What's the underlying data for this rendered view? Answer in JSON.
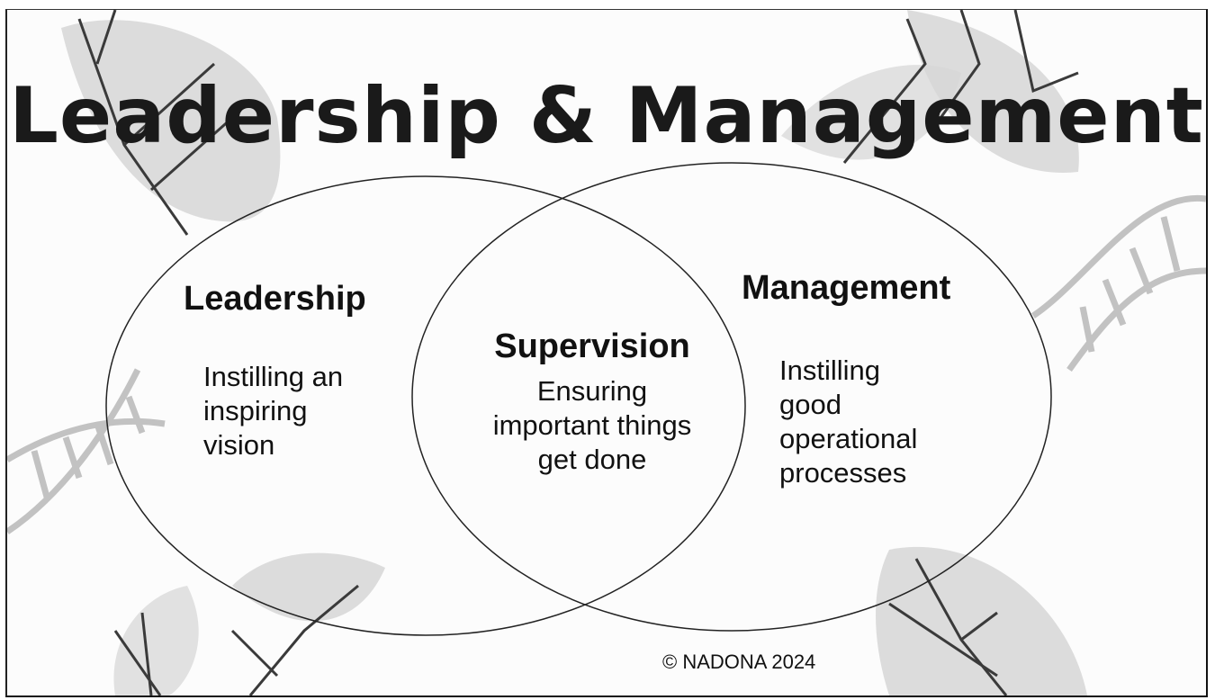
{
  "title": "Leadership & Management",
  "left": {
    "heading": "Leadership",
    "lines": [
      "Instilling an",
      "inspiring",
      "vision"
    ]
  },
  "center": {
    "heading": "Supervision",
    "lines": [
      "Ensuring",
      "important things",
      "get done"
    ]
  },
  "right": {
    "heading": "Management",
    "lines": [
      "Instilling",
      "good",
      "operational",
      "processes"
    ]
  },
  "footer": "© NADONA 2024",
  "colors": {
    "text": "#111111",
    "decoration": "#c8c8c8",
    "decoration_stroke": "#3a3a3a"
  }
}
